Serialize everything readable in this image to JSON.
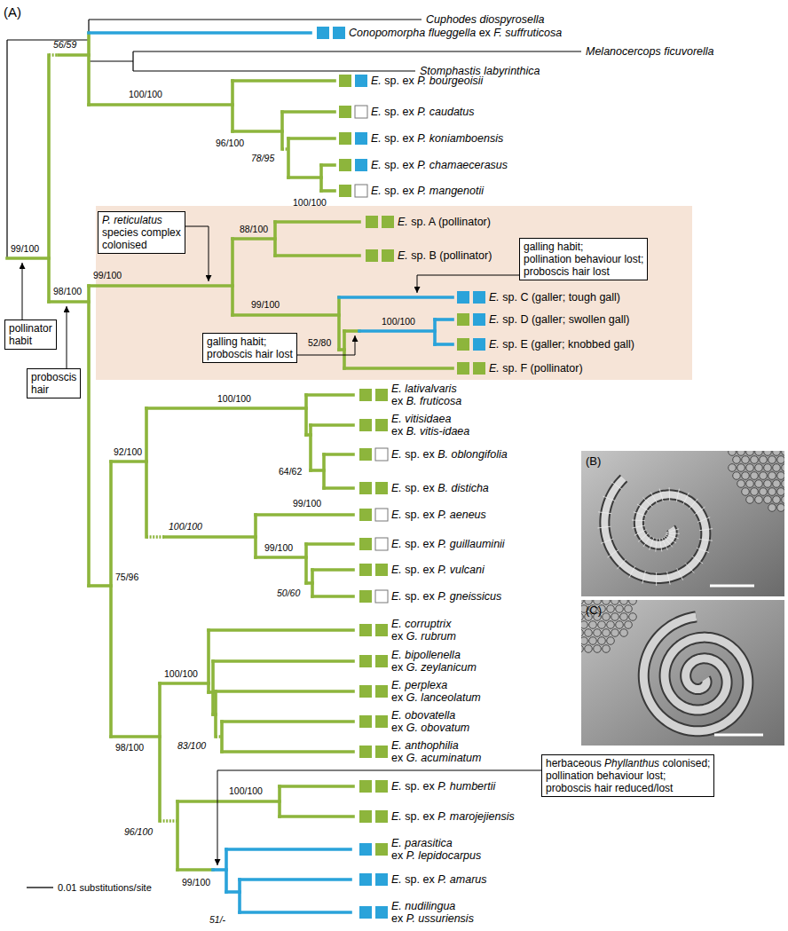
{
  "diagram": {
    "nodes": [
      {
        "text": [
          "P. reticulatus species complex colonised"
        ]
      },
      {
        "text": [
          "galling habit; pollination behaviour lost; proboscis hair lost"
        ]
      },
      {
        "text": [
          "galling habit; proboscis hair lost"
        ]
      },
      {
        "text": [
          "pollinator habit"
        ]
      },
      {
        "text": [
          "proboscis hair"
        ]
      },
      {
        "text": [
          "herbaceous Phyllanthus colonised; pollination behaviour lost; proboscis hair reduced/lost"
        ]
      }
    ],
    "labels": [
      "(A)",
      "Cuphodes diospyrosella",
      "Melanocercops ficuvorella",
      "Stomphastis labyrinthica",
      "Conopomorpha flueggella ex F. suffruticosa",
      "56/59",
      "E. sp. ex P. bourgeoisii",
      "100/100",
      "E. sp. ex P. caudatus",
      "96/100",
      "E. sp. ex P. koniamboensis",
      "78/95",
      "E. sp. ex P. chamaecerasus",
      "100/100",
      "E. sp. ex P. mangenotii",
      "99/100",
      "E. sp. A (pollinator)",
      "88/100",
      "E. sp. B (pollinator)",
      "99/100",
      "E. sp. C (galler; tough gall)",
      "99/100",
      "E. sp. D (galler; swollen gall)",
      "100/100",
      "E. sp. E (galler; knobbed gall)",
      "52/80",
      "E. sp. F (pollinator)",
      "98/100",
      "E. lativalvaris ex B. fruticosa",
      "100/100",
      "E. vitisidaea ex B. vitis-idaea",
      "92/100",
      "64/62",
      "E. sp. ex B. oblongifolia",
      "99/100",
      "E. sp. ex B. disticha",
      "E. sp. ex P. aeneus",
      "100/100",
      "E. sp. ex P. guillauminii",
      "99/100",
      "E. sp. ex P. vulcani",
      "50/60",
      "E. sp. ex P. gneissicus",
      "75/96",
      "E. corruptrix ex G. rubrum",
      "100/100",
      "E. bipollenella ex G. zeylanicum",
      "E. perplexa ex G. lanceolatum",
      "E. obovatella ex G. obovatum",
      "83/100",
      "E. anthophilia ex G. acuminatum",
      "98/100",
      "E. sp. ex P. humbertii",
      "100/100",
      "E. sp. ex P. marojejiensis",
      "96/100",
      "E. parasitica ex P. lepidocarpus",
      "99/100",
      "E. sp. ex P. amarus",
      "51/-",
      "E. nudilingua ex P. ussuriensis",
      "0.01 substitutions/site",
      "(B)",
      "(C)"
    ]
  }
}
